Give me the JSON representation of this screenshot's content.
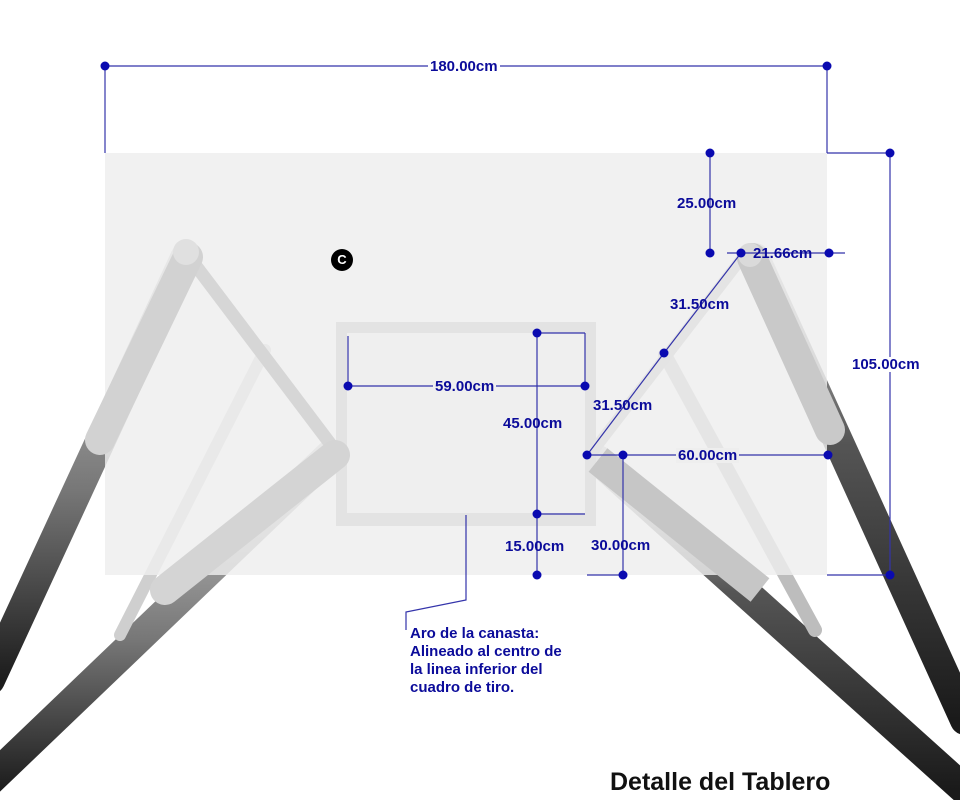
{
  "title": "Detalle del Tablero",
  "colors": {
    "dimension": "#0b0b9a",
    "backboard": "#eeeeee",
    "shooting_square": "#e2e2e2",
    "tube_light": "#d8d8d8",
    "tube_dark": "#2a2a2a",
    "title": "#111111"
  },
  "marker": {
    "label": "C"
  },
  "dimensions": {
    "total_width": "180.00cm",
    "total_height": "105.00cm",
    "top_offset": "25.00cm",
    "top_bar_overhang": "21.66cm",
    "diagonal_upper": "31.50cm",
    "diagonal_lower": "31.50cm",
    "square_width": "59.00cm",
    "square_height": "45.00cm",
    "square_bottom_margin": "15.00cm",
    "lower_bar_height": "30.00cm",
    "lower_bar_to_edge": "60.00cm"
  },
  "note": {
    "lines": [
      "Aro de la canasta:",
      "Alineado al centro de",
      "la linea inferior del",
      "cuadro de tiro."
    ]
  }
}
